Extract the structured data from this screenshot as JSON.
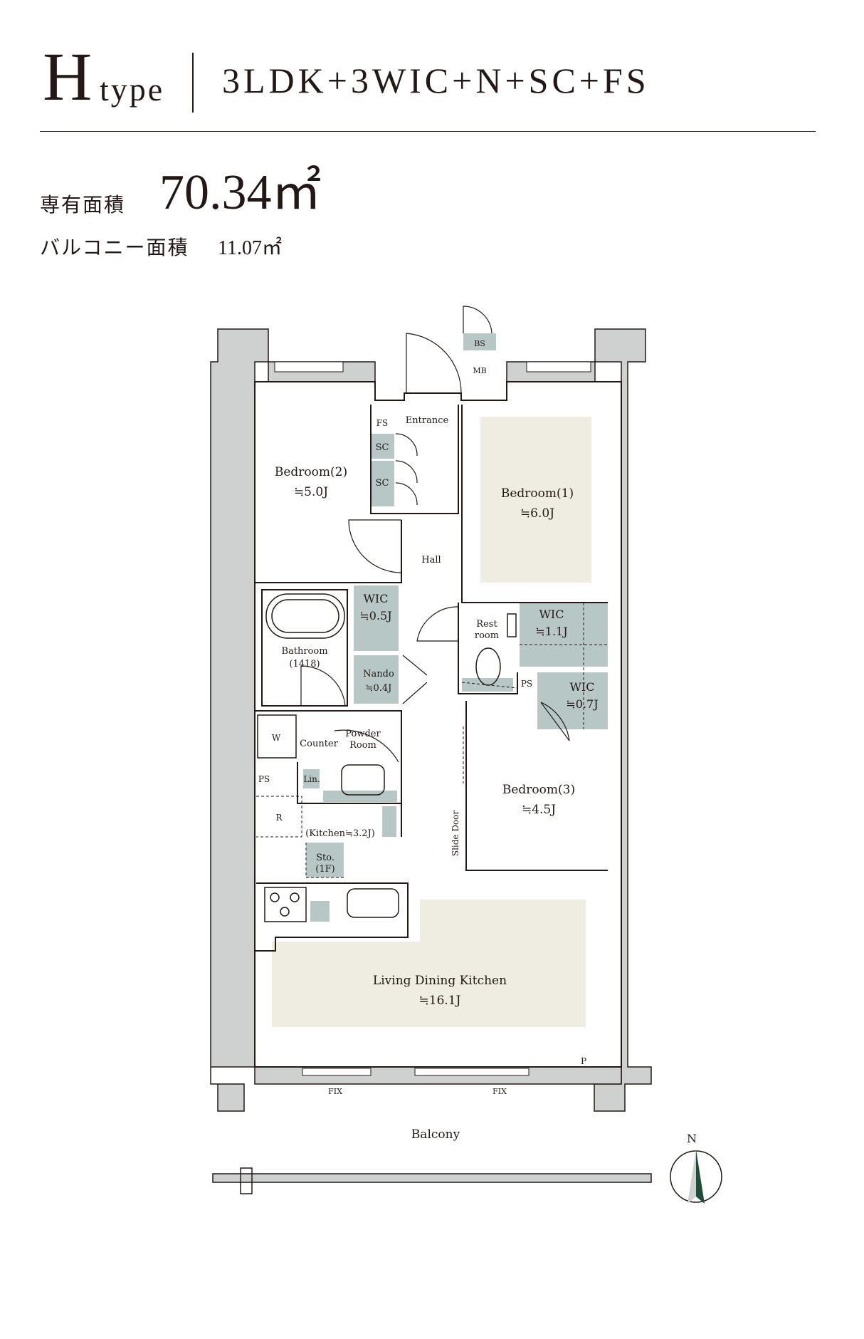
{
  "header": {
    "type_letter": "H",
    "type_word": "type",
    "plan_code": "3LDK+3WIC+N+SC+FS"
  },
  "areas": {
    "floor_label": "専有面積",
    "floor_value": "70.34㎡",
    "balcony_label": "バルコニー面積",
    "balcony_value": "11.07㎡"
  },
  "rooms": {
    "bedroom2_name": "Bedroom(2)",
    "bedroom2_size": "≒5.0J",
    "bedroom1_name": "Bedroom(1)",
    "bedroom1_size": "≒6.0J",
    "bedroom3_name": "Bedroom(3)",
    "bedroom3_size": "≒4.5J",
    "entrance": "Entrance",
    "hall": "Hall",
    "fs": "FS",
    "sc_upper": "SC",
    "sc_lower": "SC",
    "bs": "BS",
    "mb": "MB",
    "wic_small_name": "WIC",
    "wic_small_size": "≒0.5J",
    "nando_name": "Nando",
    "nando_size": "≒0.4J",
    "bathroom_name": "Bathroom",
    "bathroom_code": "(1418)",
    "restroom_line1": "Rest",
    "restroom_line2": "room",
    "wic_mid_name": "WIC",
    "wic_mid_size": "≒1.1J",
    "ps_right": "PS",
    "wic_right_name": "WIC",
    "wic_right_size": "≒0.7J",
    "washer": "W",
    "counter": "Counter",
    "powder_line1": "Powder",
    "powder_line2": "Room",
    "ps_left": "PS",
    "linen": "Lin.",
    "refrigerator": "R",
    "kitchen": "(Kitchen≒3.2J)",
    "storage_line1": "Sto.",
    "storage_line2": "(1F)",
    "slide_door": "Slide Door",
    "ldk_name": "Living Dining Kitchen",
    "ldk_size": "≒16.1J",
    "p": "P",
    "fix_left": "FIX",
    "fix_right": "FIX",
    "balcony": "Balcony",
    "north": "N"
  },
  "colors": {
    "text": "#231815",
    "wall": "#cfd0d0",
    "storage": "#b7c7c6",
    "room_fill": "#efede2",
    "compass": "#1f4d3a"
  }
}
